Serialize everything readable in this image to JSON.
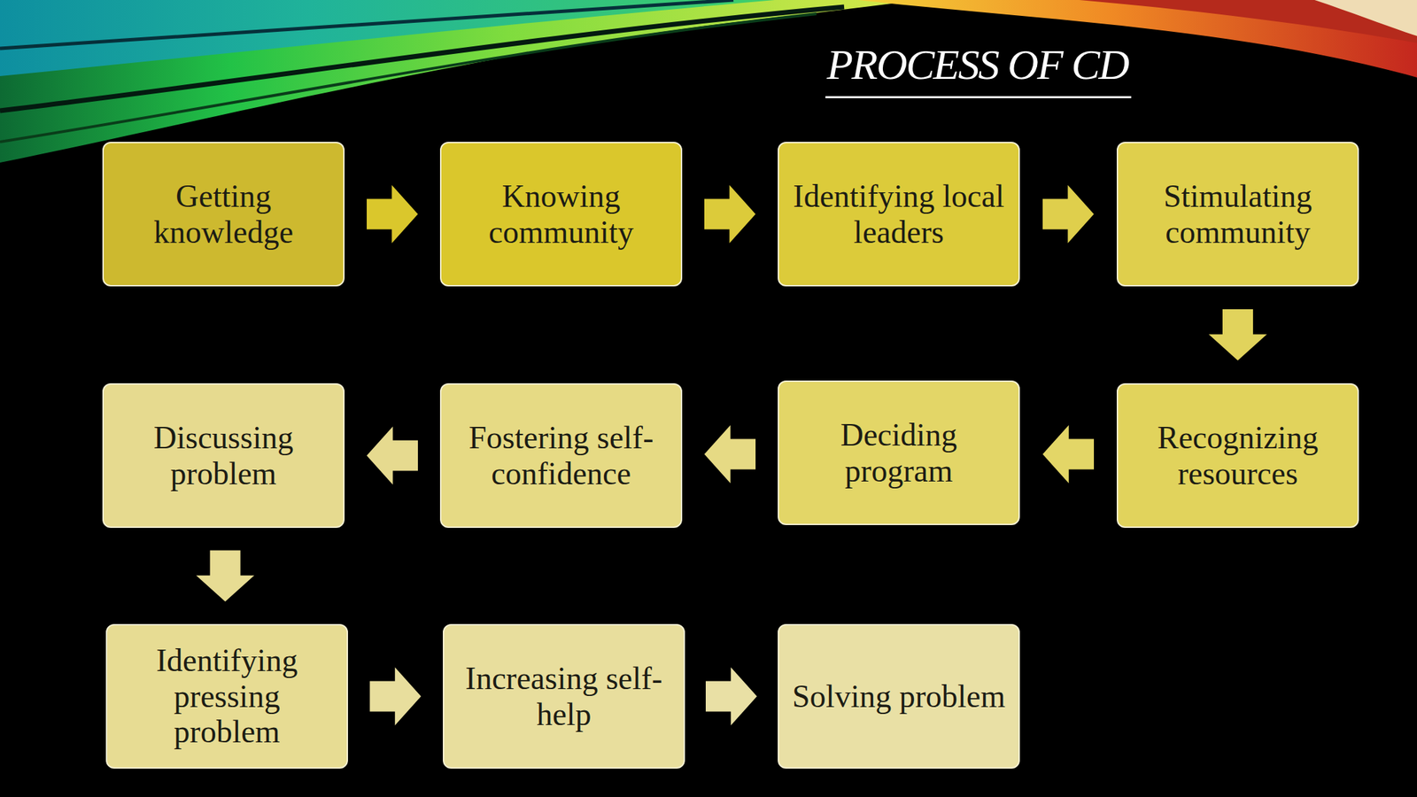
{
  "diagram": {
    "title": "PROCESS OF CD",
    "nodes": [
      {
        "text": [
          "Getting knowledge"
        ]
      },
      {
        "text": [
          "Knowing community"
        ]
      },
      {
        "text": [
          "Identifying local leaders"
        ]
      },
      {
        "text": [
          "Stimulating community"
        ]
      },
      {
        "text": [
          "Recognizing resources"
        ]
      },
      {
        "text": [
          "Deciding program"
        ]
      },
      {
        "text": [
          "Fostering self-confidence"
        ]
      },
      {
        "text": [
          "Discussing problem"
        ]
      },
      {
        "text": [
          "Identifying pressing problem"
        ]
      },
      {
        "text": [
          "Increasing self-help"
        ]
      },
      {
        "text": [
          "Solving problem"
        ]
      }
    ],
    "edges": [
      {
        "from": 0,
        "to": 1,
        "arrow": "to"
      },
      {
        "from": 1,
        "to": 2,
        "arrow": "to"
      },
      {
        "from": 2,
        "to": 3,
        "arrow": "to"
      },
      {
        "from": 3,
        "to": 4,
        "arrow": "to"
      },
      {
        "from": 4,
        "to": 5,
        "arrow": "to"
      },
      {
        "from": 5,
        "to": 6,
        "arrow": "to"
      },
      {
        "from": 6,
        "to": 7,
        "arrow": "to"
      },
      {
        "from": 7,
        "to": 8,
        "arrow": "to"
      },
      {
        "from": 8,
        "to": 9,
        "arrow": "to"
      },
      {
        "from": 9,
        "to": 10,
        "arrow": "to"
      }
    ]
  }
}
